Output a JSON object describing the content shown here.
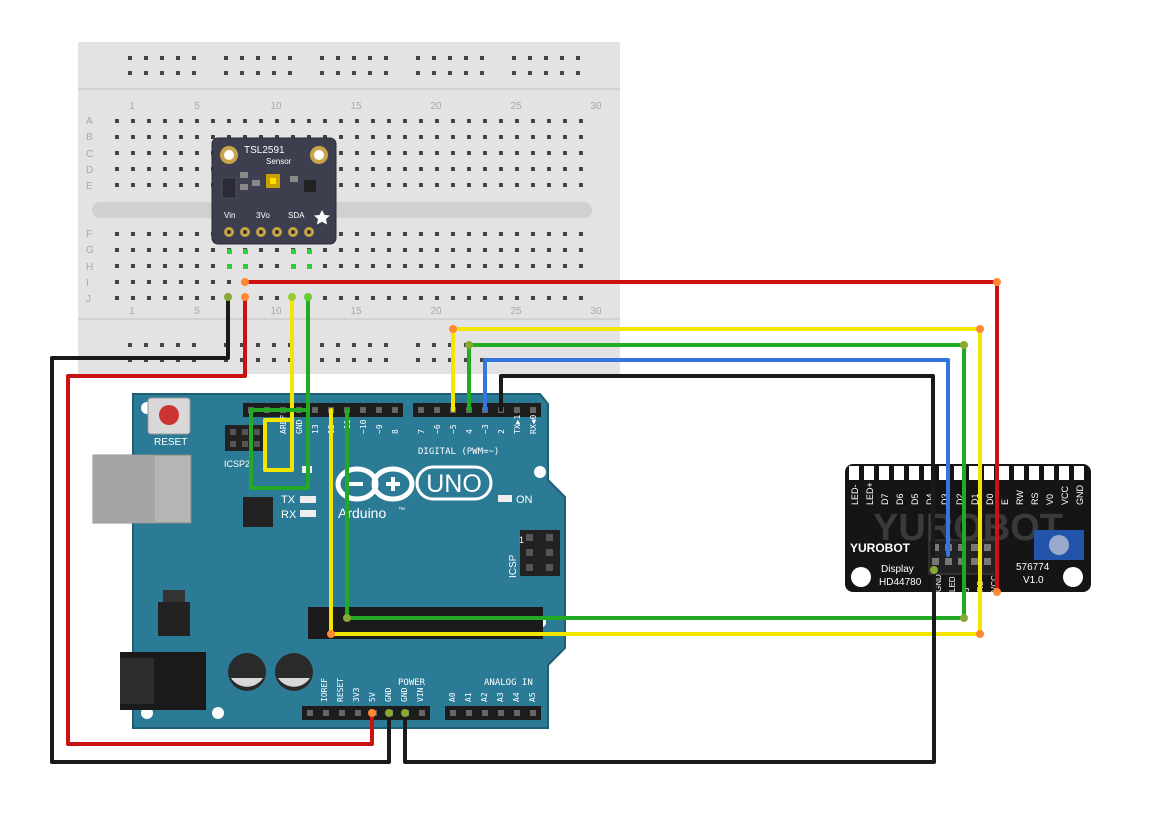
{
  "breadboard": {
    "column_numbers": [
      "1",
      "5",
      "10",
      "15",
      "20",
      "25",
      "30"
    ],
    "row_letters_top": [
      "A",
      "B",
      "C",
      "D",
      "E"
    ],
    "row_letters_bottom": [
      "F",
      "G",
      "H",
      "I",
      "J"
    ]
  },
  "sensor": {
    "name": "TSL2591",
    "subtitle": "Sensor",
    "pin_labels": [
      "Vin",
      "3Vo",
      "SDA"
    ]
  },
  "arduino": {
    "reset_label": "RESET",
    "icsp2_label": "ICSP2",
    "icsp_label": "ICSP",
    "icsp_pin1": "1",
    "tx_label": "TX",
    "rx_label": "RX",
    "on_label": "ON",
    "brand": "Arduino",
    "brand_tm": "™",
    "model": "UNO",
    "digital_label": "DIGITAL (PWM=~)",
    "power_label": "POWER",
    "analog_label": "ANALOG IN",
    "header_top_left_pins": [
      "AREF",
      "GND",
      "13",
      "12",
      "~11",
      "~10",
      "~9",
      "8"
    ],
    "header_top_right_pins": [
      "7",
      "~6",
      "~5",
      "4",
      "~3",
      "2",
      "TX▶1",
      "RX◀0"
    ],
    "power_pins": [
      "IOREF",
      "RESET",
      "3V3",
      "5V",
      "GND",
      "GND",
      "VIN"
    ],
    "analog_pins": [
      "A0",
      "A1",
      "A2",
      "A3",
      "A4",
      "A5"
    ]
  },
  "lcd": {
    "brand": "YUROBOT",
    "watermark": "YUROBOT",
    "display_label": "Display",
    "model": "HD44780",
    "part_number": "576774",
    "version": "V1.0",
    "top_pins": [
      "LED-",
      "LED+",
      "D7",
      "D6",
      "D5",
      "D4",
      "D3",
      "D2",
      "D1",
      "D0",
      "E",
      "RW",
      "RS",
      "V0",
      "VCC",
      "GND"
    ],
    "side_pins": [
      "GND",
      "LED",
      "5",
      "RS",
      "VCC"
    ]
  },
  "colors": {
    "wire_red": "#cc1111",
    "wire_black": "#1a1a1a",
    "wire_yellow": "#f2e600",
    "wire_green": "#22aa22",
    "wire_blue": "#3377dd",
    "board_blue": "#2b7a96",
    "breadboard": "#e4e4e4",
    "sensor_pcb": "#3d3f4e"
  }
}
